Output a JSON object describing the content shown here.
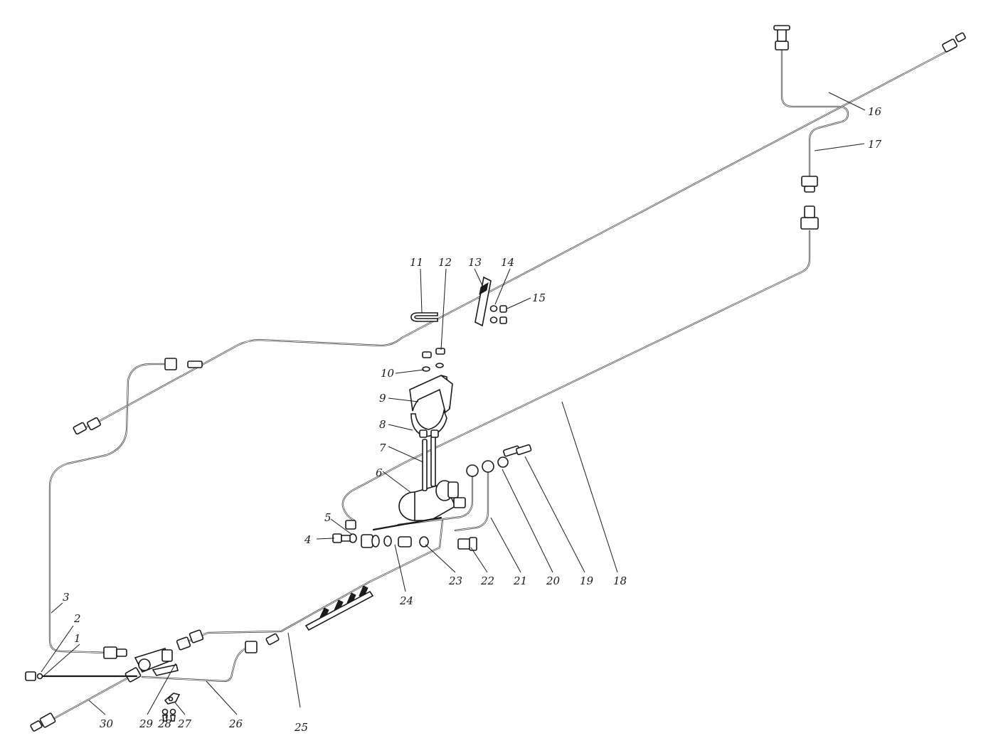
{
  "callouts": [
    {
      "n": "1"
    },
    {
      "n": "2"
    },
    {
      "n": "3"
    },
    {
      "n": "4"
    },
    {
      "n": "5"
    },
    {
      "n": "6"
    },
    {
      "n": "7"
    },
    {
      "n": "8"
    },
    {
      "n": "9"
    },
    {
      "n": "10"
    },
    {
      "n": "11"
    },
    {
      "n": "12"
    },
    {
      "n": "13"
    },
    {
      "n": "14"
    },
    {
      "n": "15"
    },
    {
      "n": "16"
    },
    {
      "n": "17"
    },
    {
      "n": "18"
    },
    {
      "n": "19"
    },
    {
      "n": "20"
    },
    {
      "n": "21"
    },
    {
      "n": "22"
    },
    {
      "n": "23"
    },
    {
      "n": "24"
    },
    {
      "n": "25"
    },
    {
      "n": "26"
    },
    {
      "n": "27"
    },
    {
      "n": "28"
    },
    {
      "n": "29"
    },
    {
      "n": "30"
    }
  ]
}
